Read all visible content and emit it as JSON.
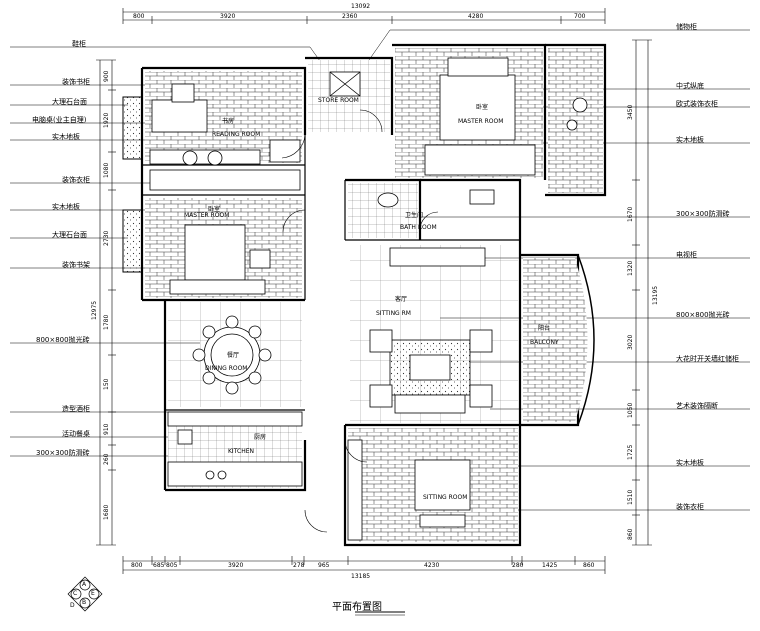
{
  "drawing_title": "平面布置图",
  "compass": {
    "a": "A",
    "b": "B",
    "c": "C",
    "d": "D",
    "e": "E"
  },
  "dimensions": {
    "top_total": "13092",
    "top": [
      "800",
      "3920",
      "2360",
      "4280",
      "700"
    ],
    "bottom_total": "13185",
    "bottom": [
      "800",
      "685",
      "805",
      "3920",
      "278",
      "965",
      "4230",
      "280",
      "1425",
      "860"
    ],
    "left_total": "12975",
    "left": [
      "900",
      "1920",
      "1080",
      "2730",
      "1780",
      "150",
      "910",
      "260",
      "1680"
    ],
    "right_total": "13195",
    "right": [
      "3450",
      "1670",
      "1320",
      "3020",
      "1050",
      "1725",
      "1510",
      "860"
    ]
  },
  "left_labels": [
    "鞋柜",
    "装饰书柜",
    "大理石台面",
    "电脑桌(业主自理)",
    "实木地板",
    "装饰衣柜",
    "实木地板",
    "大理石台面",
    "装饰书架",
    "800×800抛光砖",
    "造型酒柜",
    "活动餐桌",
    "300×300防滑砖"
  ],
  "right_labels": [
    "储物柜",
    "中式纵底",
    "欧式装饰衣柜",
    "实木地板",
    "300×300防滑砖",
    "电视柜",
    "800×800抛光砖",
    "大花时开关墙红储柜",
    "艺术装饰隔断",
    "实木地板",
    "装饰衣柜"
  ],
  "rooms": {
    "reading_cn": "书房",
    "reading_en": "READING ROOM",
    "store_en": "STORE ROOM",
    "master_top_cn": "卧室",
    "master_top_en": "MASTER ROOM",
    "master_left_cn": "卧室",
    "master_left_en": "MASTER ROOM",
    "bath_cn": "卫生间",
    "bath_en": "BATH ROOM",
    "sitting_cn": "客厅",
    "sitting_en": "SITTING RM",
    "balcony_cn": "阳台",
    "balcony_en": "BALCONY",
    "dining_cn": "餐厅",
    "dining_en": "DINING ROOM",
    "kitchen_cn": "厨房",
    "kitchen_en": "KITCHEN",
    "sitting2_en": "SITTING ROOM"
  }
}
